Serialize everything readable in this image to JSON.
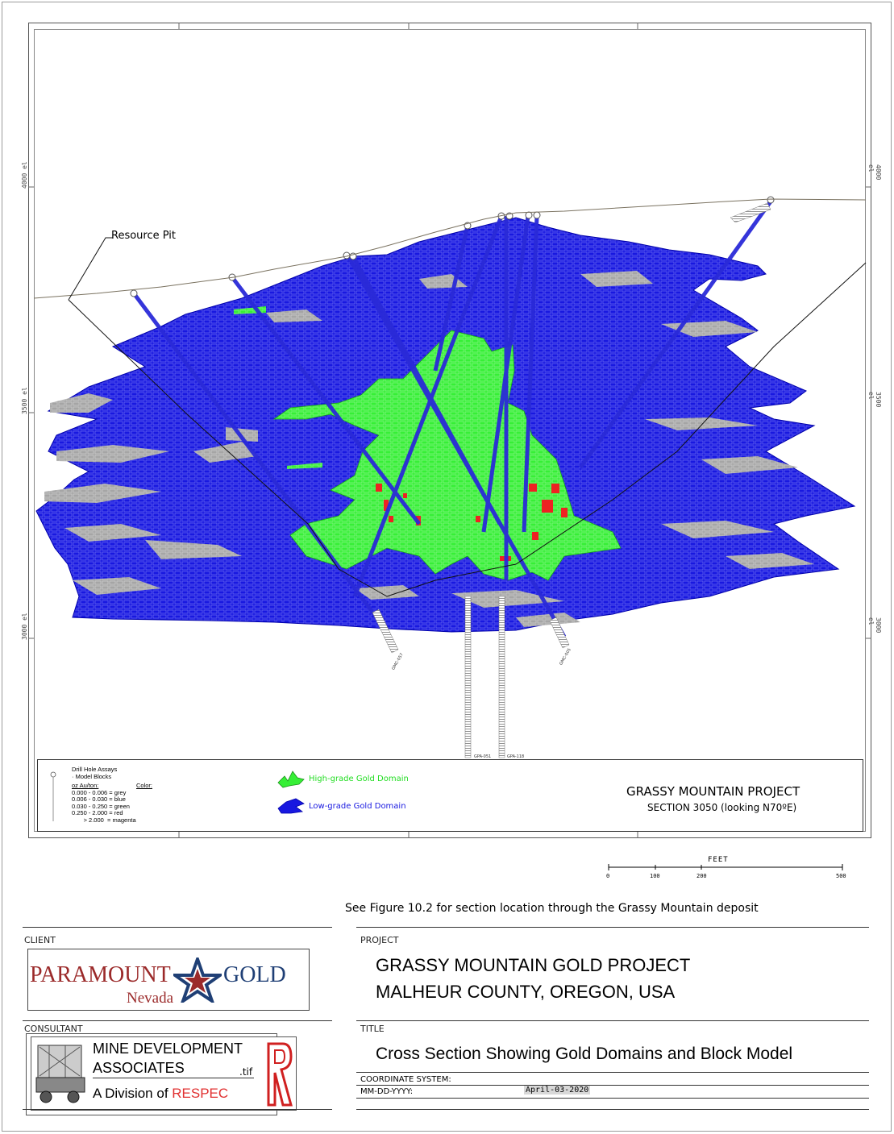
{
  "section": {
    "elevations_left": [
      "4000 el",
      "3500 el",
      "3000 el"
    ],
    "elevations_right": [
      "4000 el",
      "3500 el",
      "3000 el"
    ],
    "resource_pit_label": "Resource Pit",
    "drill_holes": [
      "GMC-057",
      "GMC-005",
      "GPA-051",
      "GPA-118"
    ]
  },
  "legend": {
    "title_line1": "Drill Hole Assays",
    "title_line2": "· Model Blocks",
    "col_grade": "oz Au/ton:",
    "col_color": "Color:",
    "rows": [
      "0.000 - 0.006  = grey",
      "0.006 - 0.030  = blue",
      "0.030 - 0.250  = green",
      "0.250 - 2.000  = red",
      "       > 2.000  = magenta"
    ],
    "high_grade": "High-grade Gold Domain",
    "low_grade": "Low-grade Gold Domain",
    "project_name": "GRASSY MOUNTAIN PROJECT",
    "section_name": "SECTION 3050 (looking N70ºE)",
    "colors": {
      "grey": "#a0a0a0",
      "blue": "#1a1ae6",
      "green": "#33ee33",
      "red": "#ee2222",
      "magenta": "#e020e0"
    }
  },
  "scale": {
    "unit": "FEET",
    "ticks": [
      "0",
      "100",
      "200",
      "500"
    ]
  },
  "note": "See Figure 10.2 for section location through the Grassy Mountain deposit",
  "title_block": {
    "client_label": "CLIENT",
    "client_logo_main_left": "PARAMOUNT",
    "client_logo_main_right": "GOLD",
    "client_logo_sub": "Nevada",
    "project_label": "PROJECT",
    "project_line1": "GRASSY MOUNTAIN GOLD PROJECT",
    "project_line2": "MALHEUR COUNTY, OREGON, USA",
    "consultant_label": "CONSULTANT",
    "consultant_line1": "MINE DEVELOPMENT",
    "consultant_line2": "ASSOCIATES",
    "consultant_tif": ".tif",
    "consultant_line3a": "A Division of ",
    "consultant_line3b": "RESPEC",
    "title_label": "TITLE",
    "title_text": "Cross Section Showing Gold Domains and Block Model",
    "coord_label": "COORDINATE SYSTEM:",
    "date_label": "MM-DD-YYYY:",
    "date_value": "April-03-2020"
  }
}
